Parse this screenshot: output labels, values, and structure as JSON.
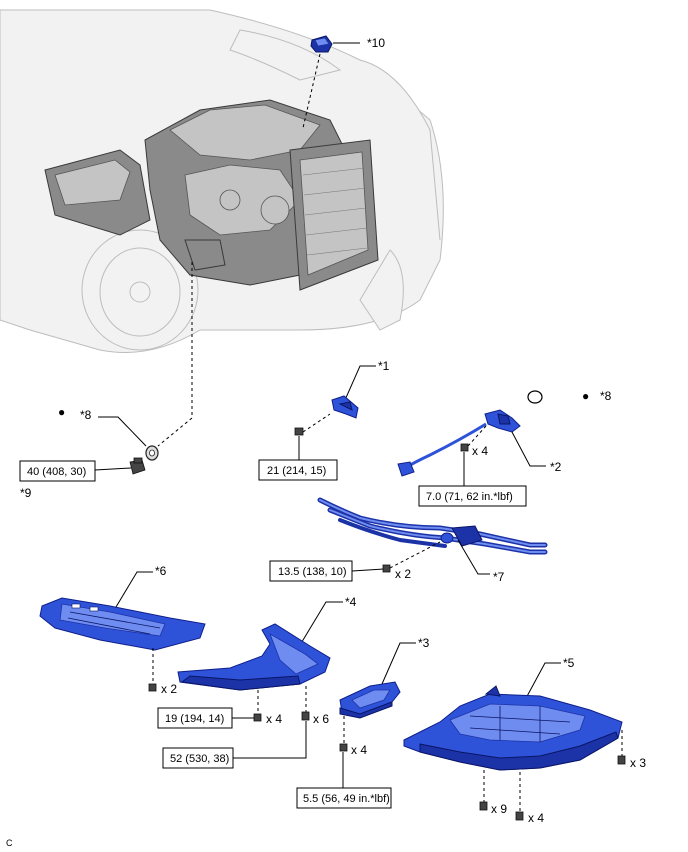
{
  "callouts": {
    "c1": "*1",
    "c2": "*2",
    "c3": "*3",
    "c4": "*4",
    "c5": "*5",
    "c6": "*6",
    "c7": "*7",
    "c8a": "*8",
    "c8b": "*8",
    "c9": "*9",
    "c10": "*10"
  },
  "torques": {
    "t1": "40 (408, 30)",
    "t2": "21 (214, 15)",
    "t3": "7.0 (71, 62 in.*lbf)",
    "t4": "13.5 (138, 10)",
    "t5": "19 (194, 14)",
    "t6": "52 (530, 38)",
    "t7": "5.5 (56, 49 in.*lbf)"
  },
  "quantities": {
    "q_x4_top": "x 4",
    "q_x2_mid": "x 2",
    "q_x2_left": "x 2",
    "q_x4_mid": "x 4",
    "q_x6": "x 6",
    "q_x4_low": "x 4",
    "q_x3": "x 3",
    "q_x9": "x 9",
    "q_x4_bottom": "x 4"
  },
  "markers": {
    "dot": "●"
  },
  "footer_code": "C"
}
